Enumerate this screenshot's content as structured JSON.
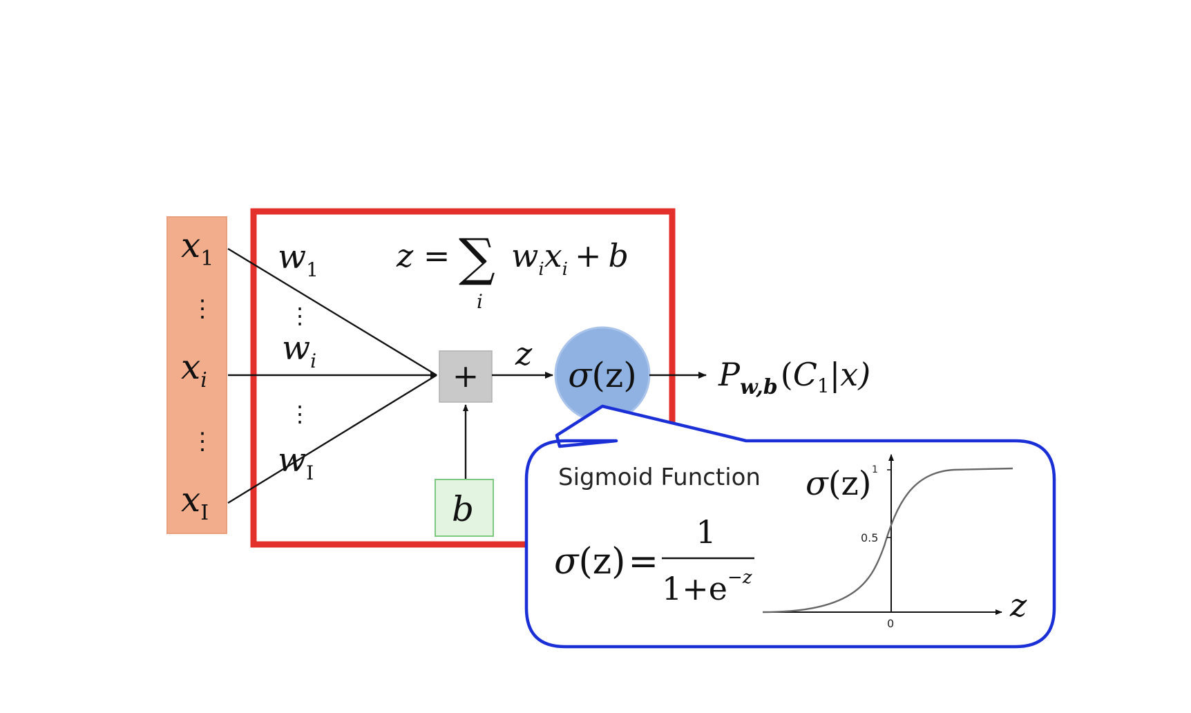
{
  "colors": {
    "input_box_fill": "#f2ad8c",
    "input_box_stroke": "#e8a07e",
    "neuron_box_stroke": "#e3302a",
    "sum_box_fill": "#c9c9c9",
    "bias_box_fill": "#e3f5e1",
    "bias_box_stroke": "#7ec97e",
    "sigmoid_circle_fill": "#8fb2e3",
    "callout_stroke": "#1a2fd6",
    "curve_stroke": "#666666"
  },
  "inputs": {
    "x1": {
      "base": "x",
      "sub": "1"
    },
    "vdots_top": "⋮",
    "xi": {
      "base": "x",
      "sub": "i"
    },
    "vdots_bottom": "⋮",
    "xI": {
      "base": "x",
      "sub": "I"
    }
  },
  "weights": {
    "w1": {
      "base": "w",
      "sub": "1"
    },
    "vdots_top": "⋮",
    "wi": {
      "base": "w",
      "sub": "i"
    },
    "vdots_bottom": "⋮",
    "wI": {
      "base": "w",
      "sub": "I"
    }
  },
  "formula_z": {
    "lhs": "z =",
    "sum_symbol": "∑",
    "sum_index": "i",
    "w": "w",
    "w_sub": "i",
    "x": "x",
    "x_sub": "i",
    "plus": "+",
    "b": "b"
  },
  "sum_node": {
    "symbol": "+"
  },
  "z_label": "z",
  "bias_node": {
    "label": "b"
  },
  "activation_node": {
    "sigma": "σ",
    "arg": "(z)"
  },
  "output": {
    "P": "P",
    "sub": "w,b",
    "open": "(",
    "C": "C",
    "C_sub": "1",
    "rest": "|x)"
  },
  "callout": {
    "title": "Sigmoid Function",
    "formula": {
      "lhs_sigma": "σ",
      "lhs_arg": "(z)",
      "equals": "=",
      "numerator": "1",
      "denominator_base": "1+e",
      "denominator_exp": "−z"
    },
    "graph": {
      "y_axis_label_sigma": "σ",
      "y_axis_label_arg": "(z)",
      "x_axis_label": "z",
      "tick_y_top": "1",
      "tick_y_mid": "0.5",
      "tick_x_zero": "0"
    }
  }
}
